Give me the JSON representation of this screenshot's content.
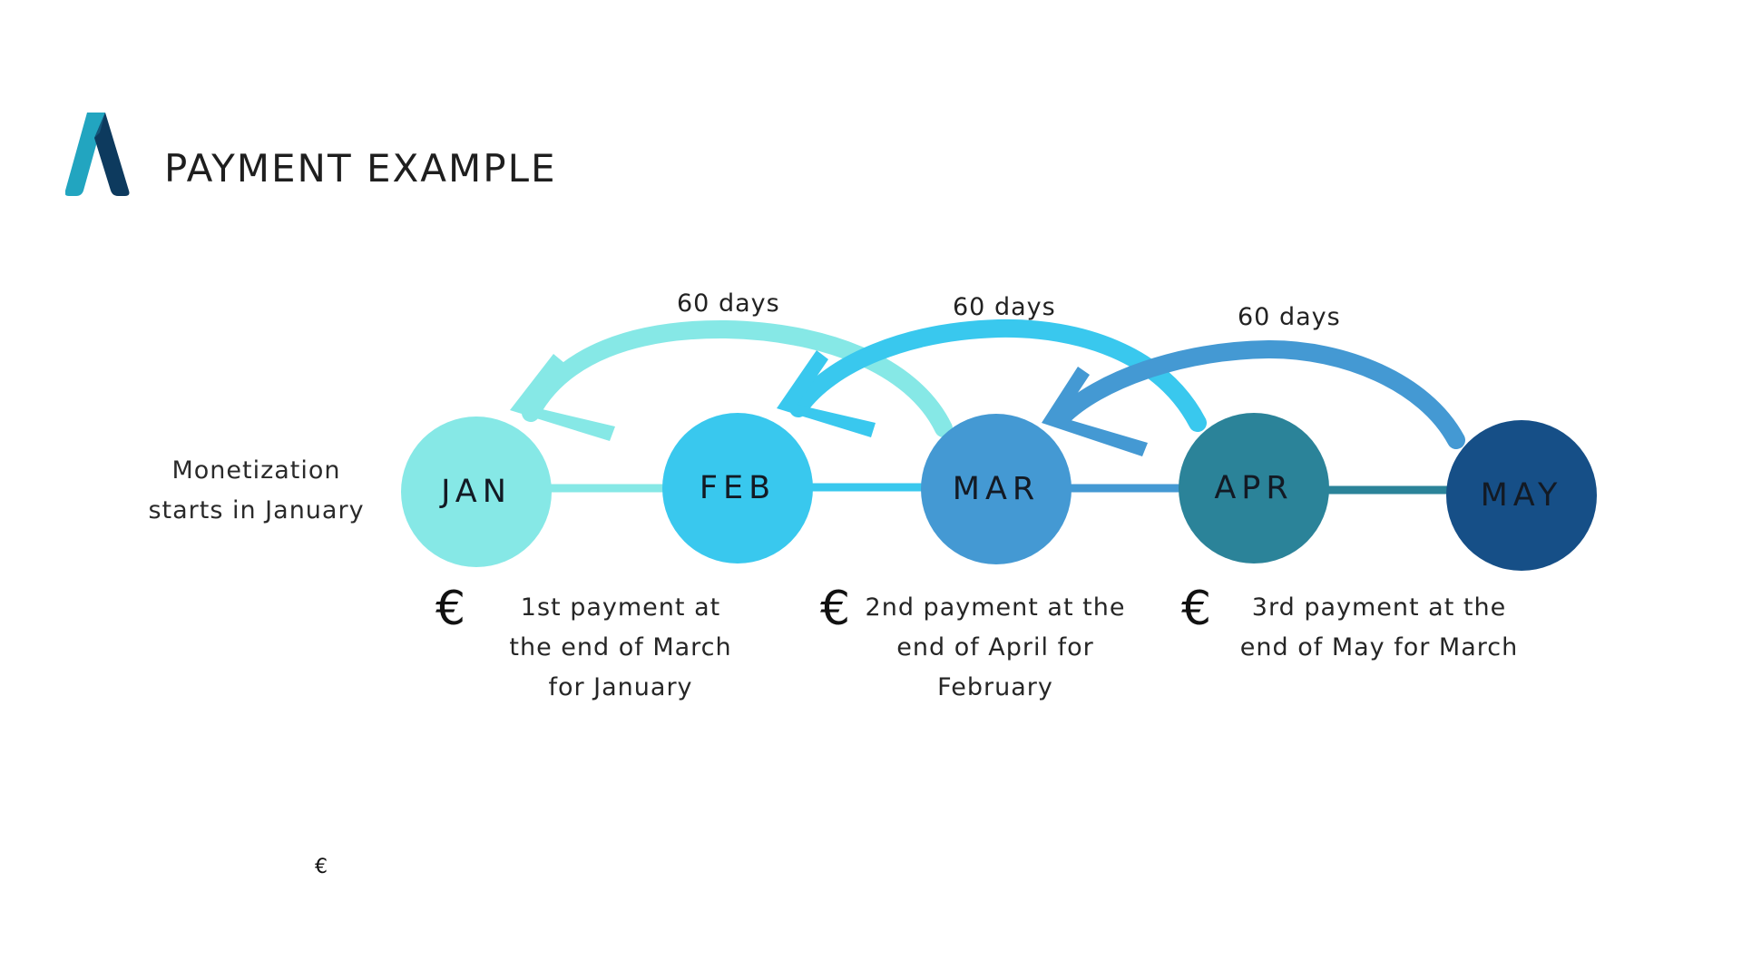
{
  "header": {
    "title": "PAYMENT EXAMPLE",
    "logo_icon": "stylized-a-logo"
  },
  "start_note": "Monetization starts in January",
  "months": [
    {
      "label": "JAN",
      "color": "#86E8E6"
    },
    {
      "label": "FEB",
      "color": "#39C8EE"
    },
    {
      "label": "MAR",
      "color": "#4499D3"
    },
    {
      "label": "APR",
      "color": "#2B8399"
    },
    {
      "label": "MAY",
      "color": "#164F87"
    }
  ],
  "arrows": [
    {
      "label": "60 days",
      "color": "#86E8E6"
    },
    {
      "label": "60 days",
      "color": "#39C8EE"
    },
    {
      "label": "60 days",
      "color": "#4499D3"
    }
  ],
  "payments": [
    {
      "icon": "€",
      "text": "1st payment at the end of March for January"
    },
    {
      "icon": "€",
      "text": "2nd payment at the end of April for February"
    },
    {
      "icon": "€",
      "text": "3rd payment at the end of May for March"
    }
  ],
  "footer_symbol": "€"
}
